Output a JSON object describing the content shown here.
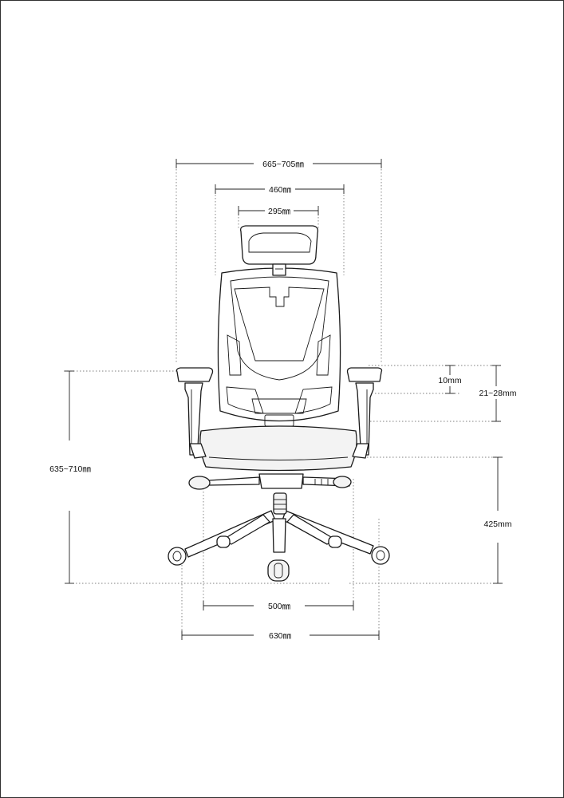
{
  "dimensions": {
    "overall_width": "665~705㎜",
    "back_width": "460㎜",
    "headrest_width": "295㎜",
    "armrest_adjust": "10mm",
    "armrest_range": "21~28mm",
    "armrest_height": "635~710㎜",
    "seat_height": "425mm",
    "inner_base": "500㎜",
    "base_width": "630㎜"
  }
}
